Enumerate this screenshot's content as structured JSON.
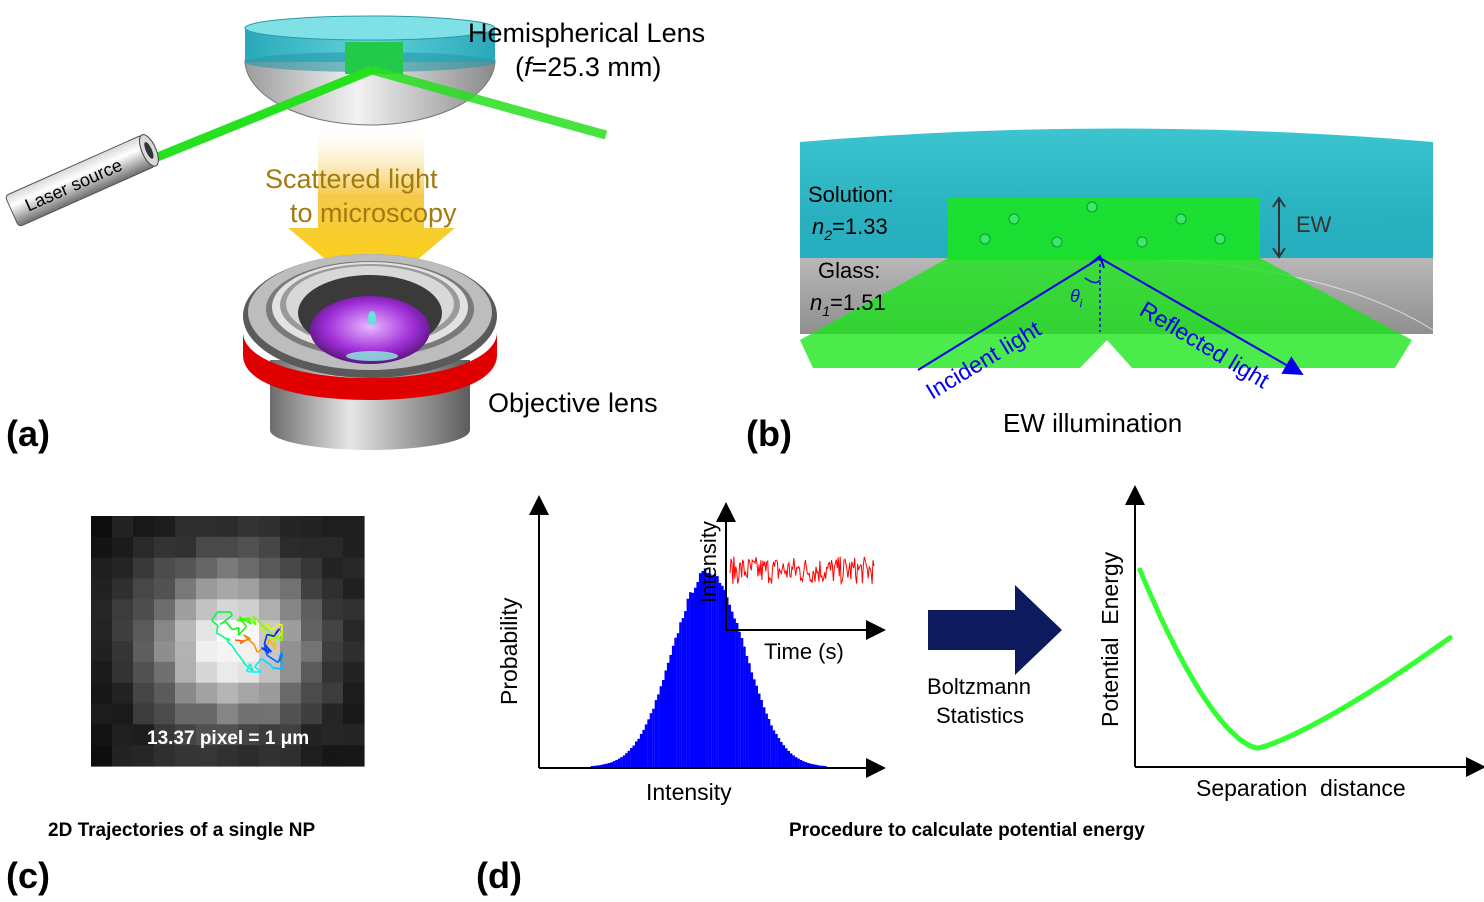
{
  "panel_a": {
    "letter": "(a)",
    "lens_name": "Hemispherical Lens",
    "lens_focal": "(f=25.3 mm)",
    "laser": "Laser source",
    "scatter_line1": "Scattered light",
    "scatter_line2": "to microscopy",
    "objective": "Objective lens"
  },
  "panel_b": {
    "letter": "(b)",
    "solution_label": "Solution:",
    "solution_n": "n2=1.33",
    "glass_label": "Glass:",
    "glass_n": "n1=1.51",
    "ew": "EW",
    "theta": "θi",
    "incident": "Incident light",
    "reflected": "Reflected light",
    "caption": "EW illumination"
  },
  "panel_c": {
    "letter": "(c)",
    "scale": "13.37 pixel = 1 μm",
    "caption": "2D Trajectories of a single NP"
  },
  "panel_d": {
    "letter": "(d)",
    "caption": "Procedure to calculate potential energy",
    "arrow_line1": "Boltzmann",
    "arrow_line2": "Statistics",
    "colors": {
      "histogram": "#0000ff",
      "trace": "#ff0000",
      "potential": "#33ff33",
      "arrow": "#0d1b5e"
    }
  },
  "chart_data": [
    {
      "type": "bar",
      "xlabel": "Intensity",
      "ylabel": "Probability",
      "shape": "gaussian",
      "mean": 0.5,
      "sd": 0.11,
      "range": [
        0.05,
        0.95
      ],
      "bins": 120
    },
    {
      "type": "line",
      "xlabel": "Time (s)",
      "ylabel": "Intensity",
      "points": 150,
      "mean": 0.62,
      "spread": 0.35
    },
    {
      "type": "scatter",
      "xlabel": "Separation  distance",
      "ylabel": "Potential  Energy",
      "x_range": [
        0,
        1
      ],
      "minimum_x": 0.38,
      "points": 260
    }
  ]
}
